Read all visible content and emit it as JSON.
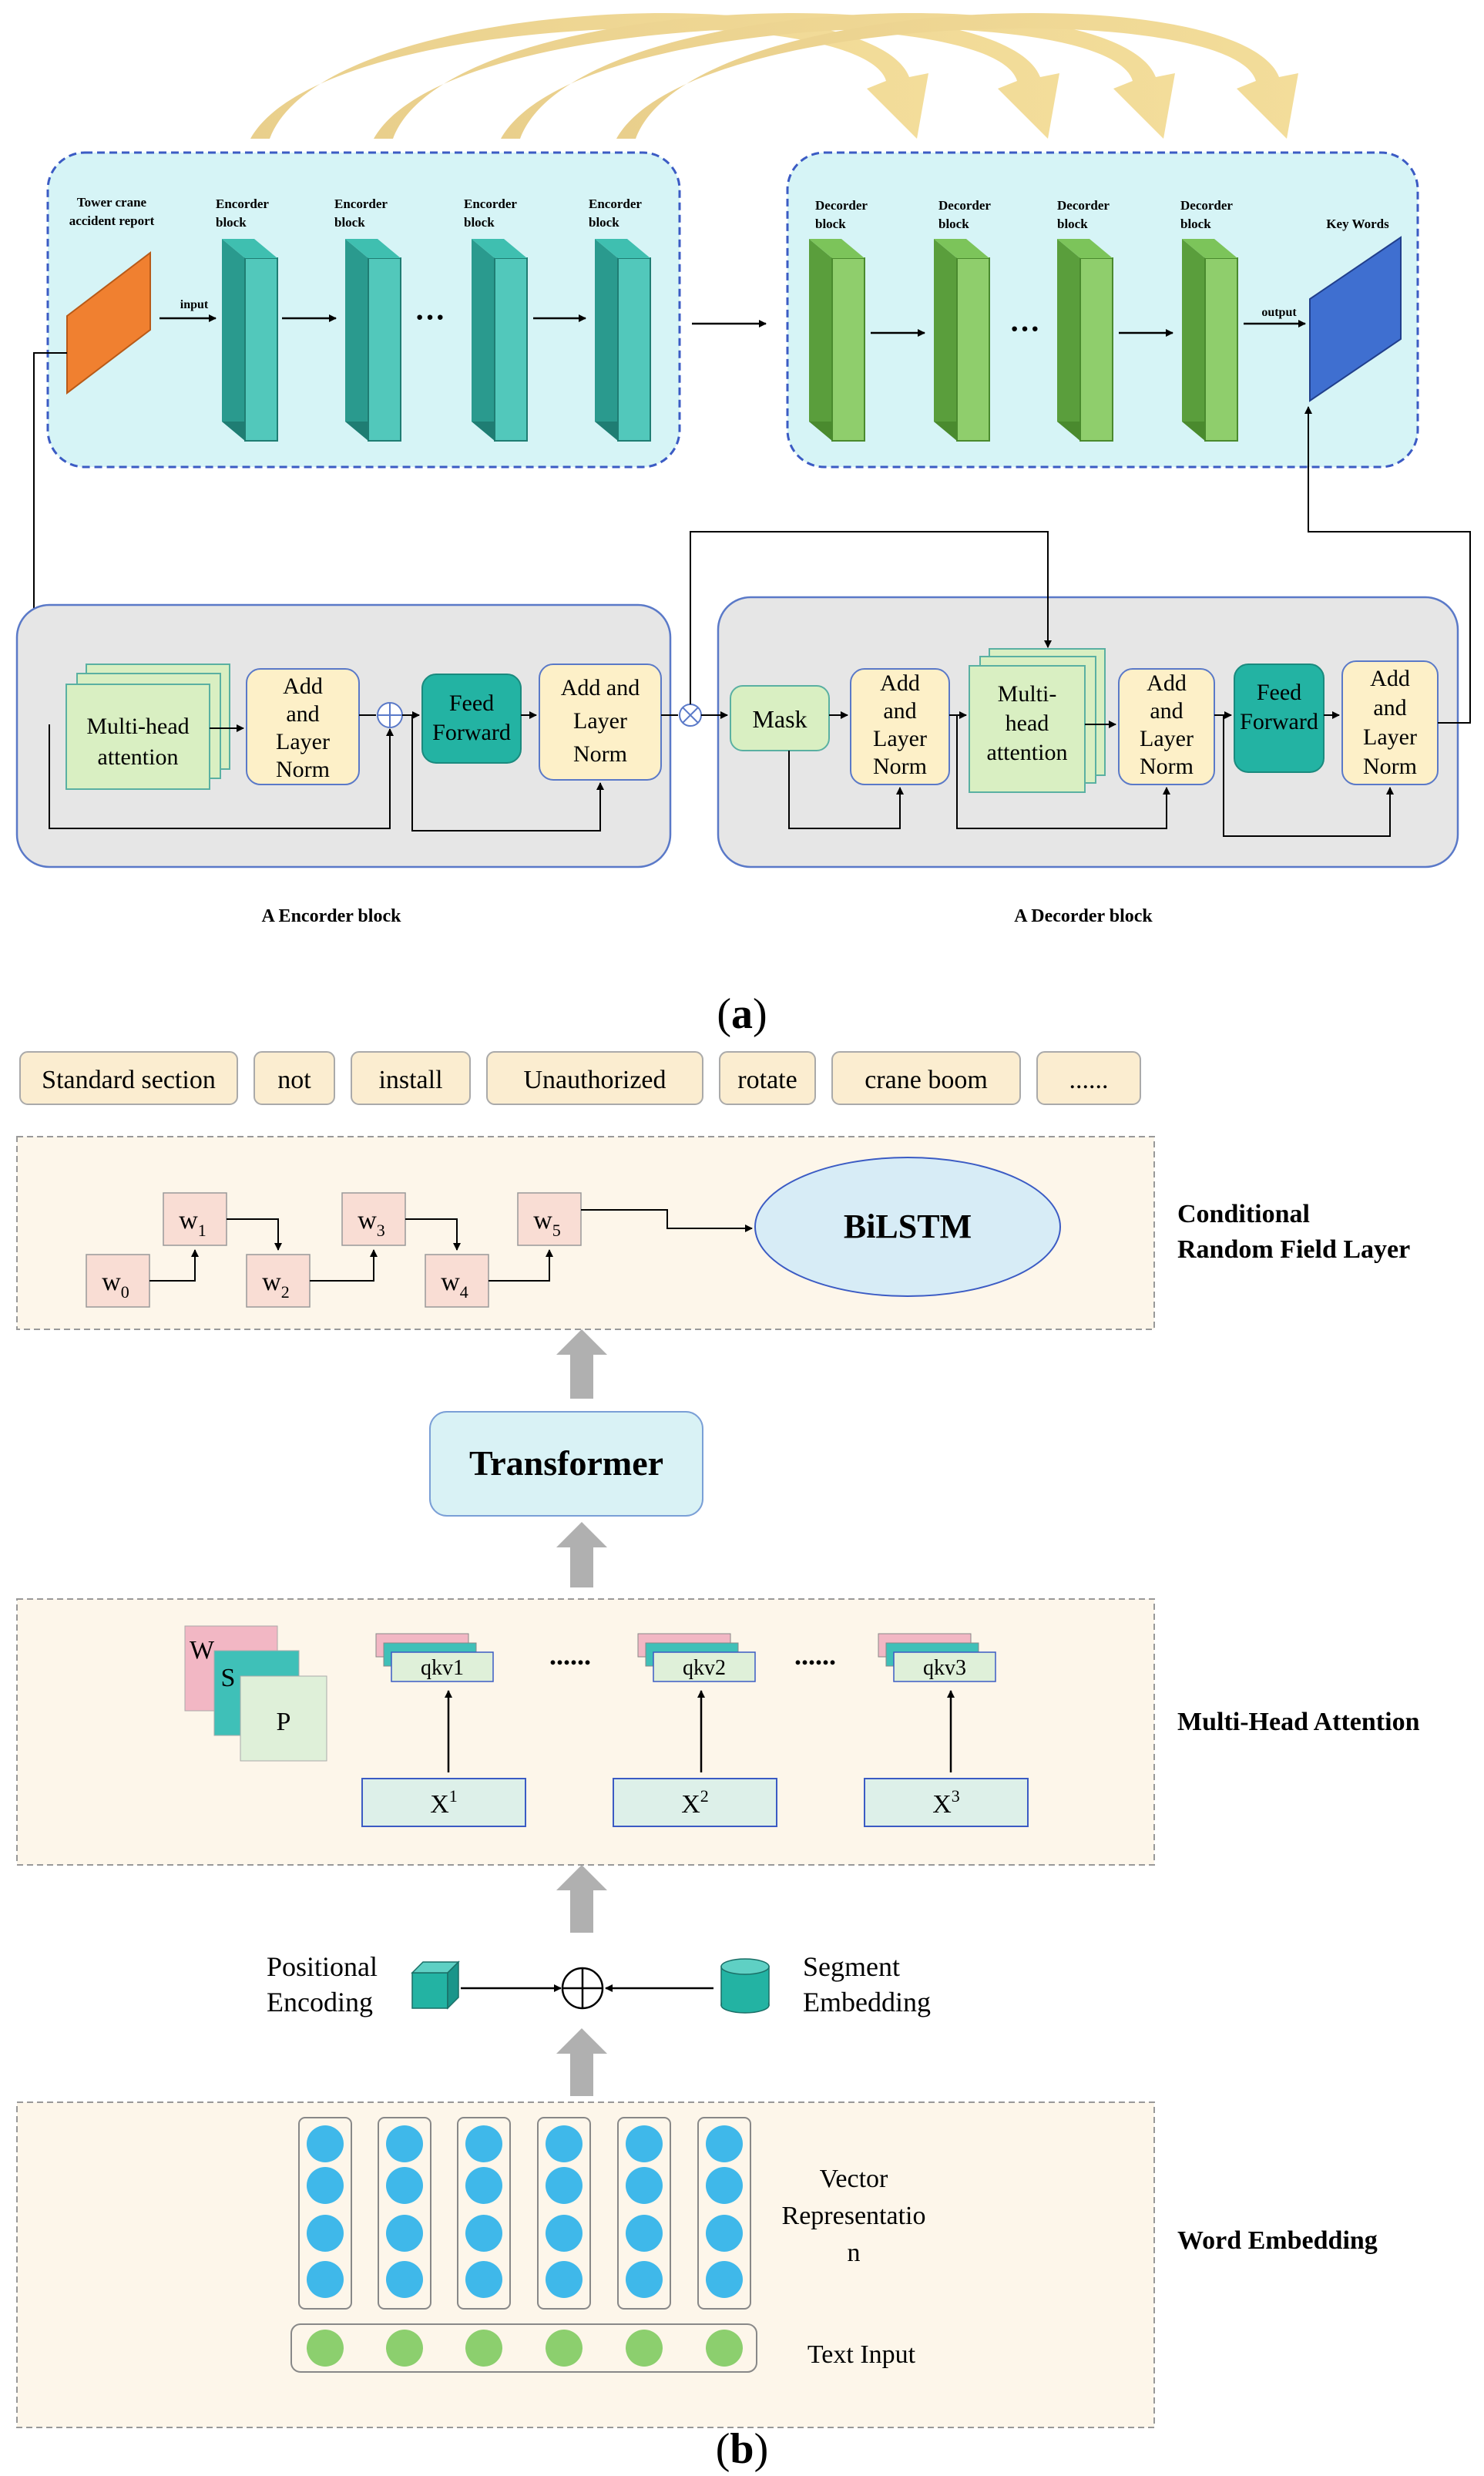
{
  "top": {
    "input_label": "Tower crane accident report",
    "encoder_block_label": "Encorder block",
    "decoder_block_label": "Decorder block",
    "ellipsis": "···",
    "input_arrow": "input",
    "output_arrow": "output",
    "key_words": "Key Words",
    "encoder_caption": "A Encorder block",
    "decoder_caption": "A Decorder block",
    "multihead_attention": "Multi-head attention",
    "add_layer_norm": "Add and Layer Norm",
    "feed_forward": "Feed Forward",
    "mask": "Mask",
    "multihead_attention_dec": "Multi- head attention",
    "panel_label": "(a)"
  },
  "bottom": {
    "tokens": [
      "Standard section",
      "not",
      "install",
      "Unauthorized",
      "rotate",
      "crane boom",
      "......"
    ],
    "crf": {
      "w0": "w",
      "w0_sub": "0",
      "w1": "w",
      "w1_sub": "1",
      "w2": "w",
      "w2_sub": "2",
      "w3": "w",
      "w3_sub": "3",
      "w4": "w",
      "w4_sub": "4",
      "w5": "w",
      "w5_sub": "5"
    },
    "bilstm": "BiLSTM",
    "crf_layer_label_1": "Conditional",
    "crf_layer_label_2": "Random Field Layer",
    "transformer": "Transformer",
    "wsp": {
      "w": "W",
      "s": "S",
      "p": "P"
    },
    "qkv": [
      "qkv1",
      "qkv2",
      "qkv3"
    ],
    "dots": "......",
    "x_labels": [
      {
        "base": "X",
        "sup": "1"
      },
      {
        "base": "X",
        "sup": "2"
      },
      {
        "base": "X",
        "sup": "3"
      }
    ],
    "mha_label": "Multi-Head Attention",
    "positional_1": "Positional",
    "positional_2": "Encoding",
    "segment_1": "Segment",
    "segment_2": "Embedding",
    "vector_1": "Vector",
    "vector_2": "Representatio",
    "vector_3": "n",
    "text_input": "Text Input",
    "word_embedding": "Word Embedding",
    "panel_label": "(b)"
  },
  "colors": {
    "encoder_teal": "#3fbfb0",
    "decoder_green": "#7cc45a",
    "input_orange": "#f08030",
    "output_blue": "#3f6fd0",
    "cyan_panel": "#d6f4f6",
    "gray_block": "#e6e6e6",
    "norm_yellow": "#fdf0c8",
    "attn_green": "#d9efc2",
    "ff_teal": "#23b3a3",
    "token_fill": "#fbedd0",
    "dashed_fill": "#fdf6ea",
    "crf_pink": "#f9ddd4",
    "bilstm_blue": "#d7ecf6",
    "dot_blue": "#3fb8ea",
    "dot_green": "#8ccf6e",
    "gold_arrow": "#e0c071"
  }
}
